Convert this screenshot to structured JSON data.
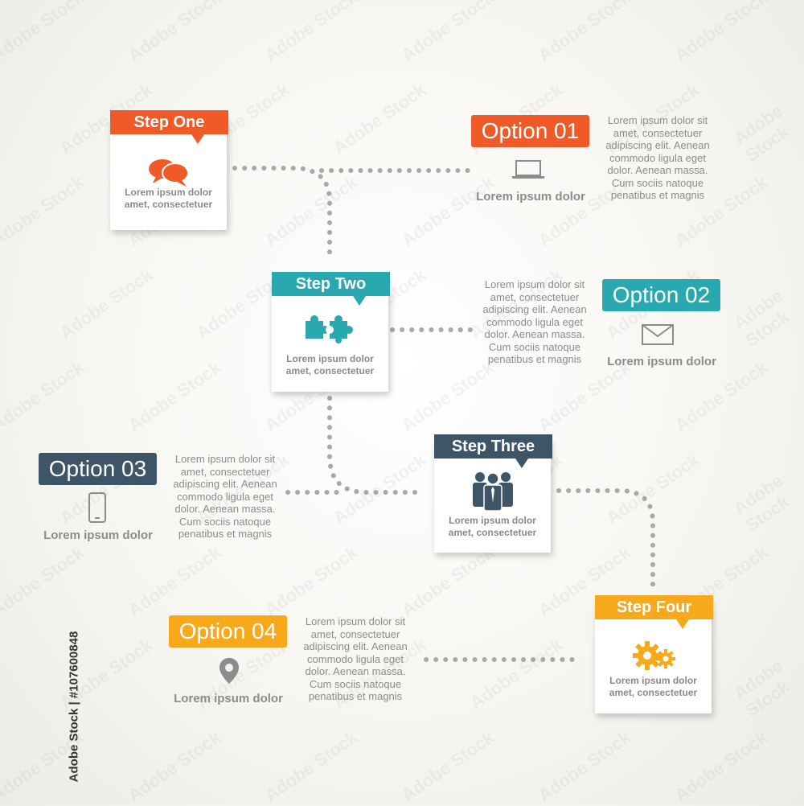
{
  "steps": [
    {
      "title": "Step One",
      "text1": "Lorem ipsum dolor",
      "text2": "amet, consectetuer",
      "color": "#f05a28",
      "icon": "speech-bubbles-icon"
    },
    {
      "title": "Step Two",
      "text1": "Lorem ipsum dolor",
      "text2": "amet, consectetuer",
      "color": "#2aa8b0",
      "icon": "puzzle-icon"
    },
    {
      "title": "Step Three",
      "text1": "Lorem ipsum dolor",
      "text2": "amet, consectetuer",
      "color": "#3d5566",
      "icon": "team-icon"
    },
    {
      "title": "Step Four",
      "text1": "Lorem ipsum dolor",
      "text2": "amet, consectetuer",
      "color": "#f7a81b",
      "icon": "gears-icon"
    }
  ],
  "options": [
    {
      "label": "Option 01",
      "caption": "Lorem ipsum dolor",
      "color": "#f05a28",
      "icon": "laptop-icon"
    },
    {
      "label": "Option 02",
      "caption": "Lorem ipsum dolor",
      "color": "#2aa8b0",
      "icon": "envelope-icon"
    },
    {
      "label": "Option 03",
      "caption": "Lorem ipsum dolor",
      "color": "#3d5566",
      "icon": "smartphone-icon"
    },
    {
      "label": "Option 04",
      "caption": "Lorem ipsum dolor",
      "color": "#f7a81b",
      "icon": "map-pin-icon"
    }
  ],
  "paragraph_lines": [
    "Lorem ipsum dolor sit",
    "amet, consectetuer",
    "adipiscing elit. Aenean",
    "commodo ligula eget",
    "dolor. Aenean massa.",
    "Cum sociis natoque",
    "penatibus et magnis"
  ],
  "watermark": {
    "side_text": "Adobe Stock | #107600848",
    "tile_text": "Adobe Stock"
  },
  "connector_color": "#a9a9a9"
}
